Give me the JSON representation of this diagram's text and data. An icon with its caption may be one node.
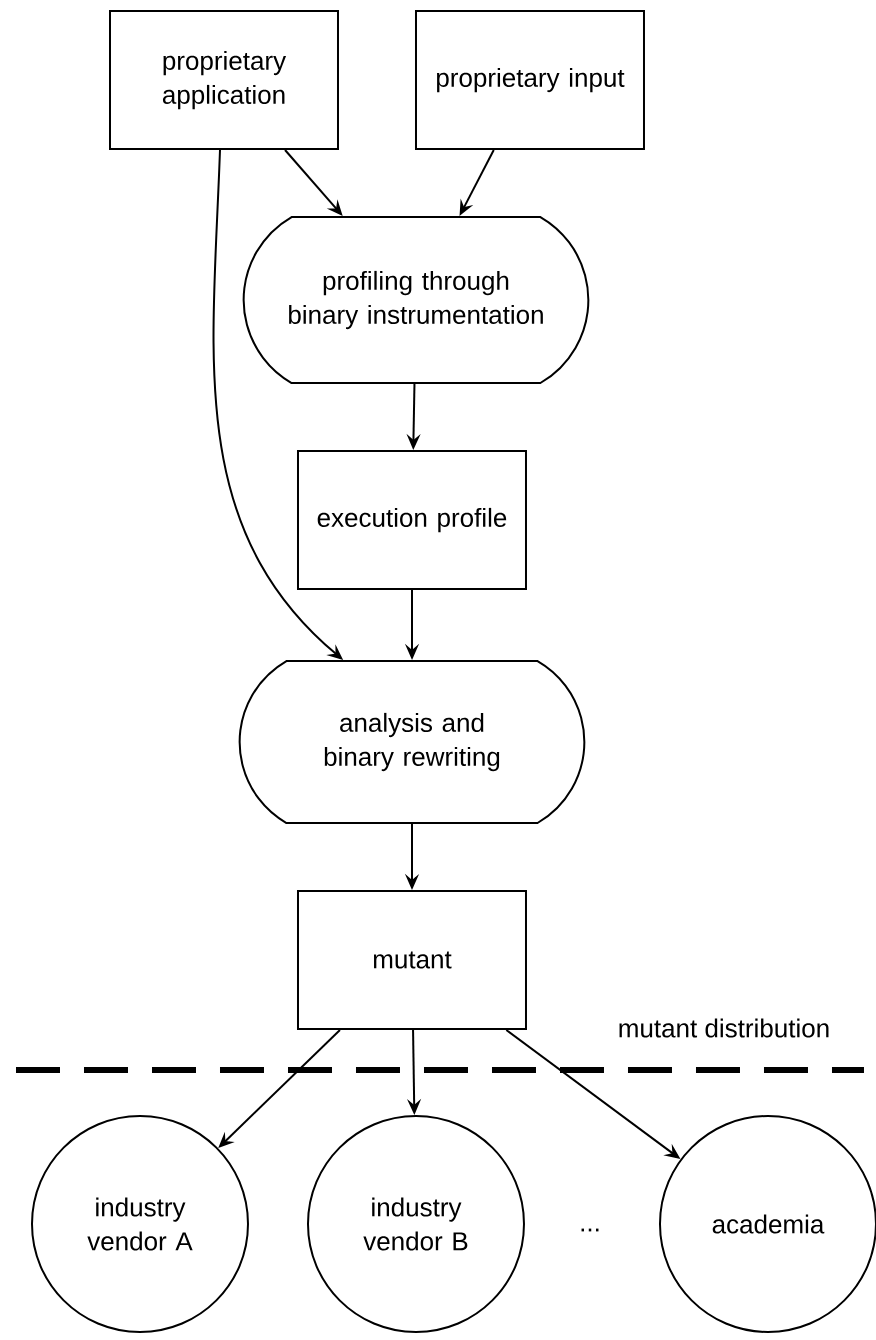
{
  "diagram": {
    "nodes": [
      {
        "text": [
          "proprietary application"
        ]
      },
      {
        "text": [
          "proprietary input"
        ]
      },
      {
        "text": [
          "profiling through binary instrumentation"
        ]
      },
      {
        "text": [
          "execution profile"
        ]
      },
      {
        "text": [
          "analysis and binary rewriting"
        ]
      },
      {
        "text": [
          "mutant"
        ]
      },
      {
        "text": [
          "industry vendor A"
        ]
      },
      {
        "text": [
          "industry vendor B"
        ]
      },
      {
        "text": [
          "academia"
        ]
      }
    ],
    "edges": [
      {
        "from": 0,
        "to": 2,
        "arrow": "to"
      },
      {
        "from": 1,
        "to": 2,
        "arrow": "to"
      },
      {
        "from": 2,
        "to": 3,
        "arrow": "to"
      },
      {
        "from": 0,
        "to": 4,
        "arrow": "to"
      },
      {
        "from": 3,
        "to": 4,
        "arrow": "to"
      },
      {
        "from": 4,
        "to": 5,
        "arrow": "to"
      },
      {
        "from": 5,
        "to": 6,
        "arrow": "to"
      },
      {
        "from": 5,
        "to": 7,
        "arrow": "to"
      },
      {
        "from": 5,
        "to": 8,
        "arrow": "to"
      }
    ],
    "labels": [
      "mutant distribution",
      "..."
    ]
  }
}
